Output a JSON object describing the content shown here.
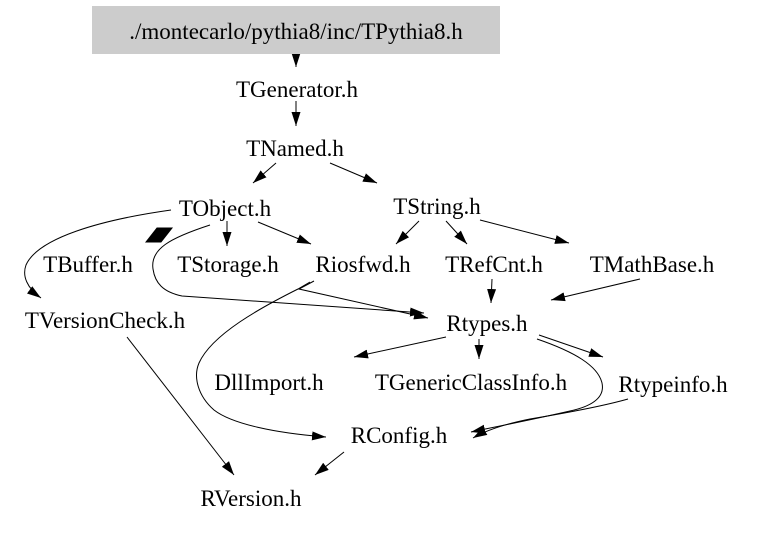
{
  "diagram": {
    "kind": "include-dependency-graph",
    "root_label": "./montecarlo/pythia8/inc/TPythia8.h",
    "colors": {
      "background": "#ffffff",
      "text": "#000000",
      "edge": "#000000",
      "root_fill": "#cccccc"
    },
    "nodes": [
      {
        "id": "TPythia8",
        "label": "./montecarlo/pythia8/inc/TPythia8.h",
        "highlighted": true
      },
      {
        "id": "TGenerator",
        "label": "TGenerator.h"
      },
      {
        "id": "TNamed",
        "label": "TNamed.h"
      },
      {
        "id": "TObject",
        "label": "TObject.h"
      },
      {
        "id": "TString",
        "label": "TString.h"
      },
      {
        "id": "TBuffer",
        "label": "TBuffer.h"
      },
      {
        "id": "TStorage",
        "label": "TStorage.h"
      },
      {
        "id": "Riosfwd",
        "label": "Riosfwd.h"
      },
      {
        "id": "TRefCnt",
        "label": "TRefCnt.h"
      },
      {
        "id": "TMathBase",
        "label": "TMathBase.h"
      },
      {
        "id": "TVersionCheck",
        "label": "TVersionCheck.h"
      },
      {
        "id": "Rtypes",
        "label": "Rtypes.h"
      },
      {
        "id": "DllImport",
        "label": "DllImport.h"
      },
      {
        "id": "TGenericClassInfo",
        "label": "TGenericClassInfo.h"
      },
      {
        "id": "Rtypeinfo",
        "label": "Rtypeinfo.h"
      },
      {
        "id": "RConfig",
        "label": "RConfig.h"
      },
      {
        "id": "RVersion",
        "label": "RVersion.h"
      }
    ],
    "edges": [
      {
        "from": "TPythia8",
        "to": "TGenerator"
      },
      {
        "from": "TGenerator",
        "to": "TNamed"
      },
      {
        "from": "TNamed",
        "to": "TObject"
      },
      {
        "from": "TNamed",
        "to": "TString"
      },
      {
        "from": "TObject",
        "to": "TStorage"
      },
      {
        "from": "TObject",
        "to": "Riosfwd"
      },
      {
        "from": "TObject",
        "to": "TVersionCheck"
      },
      {
        "from": "TObject",
        "to": "Rtypes"
      },
      {
        "from": "TBuffer",
        "to": "TObject",
        "style": "thick-arrowhead"
      },
      {
        "from": "TString",
        "to": "Riosfwd"
      },
      {
        "from": "TString",
        "to": "TRefCnt"
      },
      {
        "from": "TString",
        "to": "TMathBase"
      },
      {
        "from": "TRefCnt",
        "to": "Rtypes"
      },
      {
        "from": "TMathBase",
        "to": "Rtypes"
      },
      {
        "from": "Riosfwd",
        "to": "Rtypes"
      },
      {
        "from": "Riosfwd",
        "to": "RConfig"
      },
      {
        "from": "Rtypes",
        "to": "DllImport"
      },
      {
        "from": "Rtypes",
        "to": "TGenericClassInfo"
      },
      {
        "from": "Rtypes",
        "to": "Rtypeinfo"
      },
      {
        "from": "Rtypes",
        "to": "RConfig"
      },
      {
        "from": "Rtypeinfo",
        "to": "RConfig"
      },
      {
        "from": "RConfig",
        "to": "RVersion"
      },
      {
        "from": "TVersionCheck",
        "to": "RVersion"
      }
    ]
  }
}
